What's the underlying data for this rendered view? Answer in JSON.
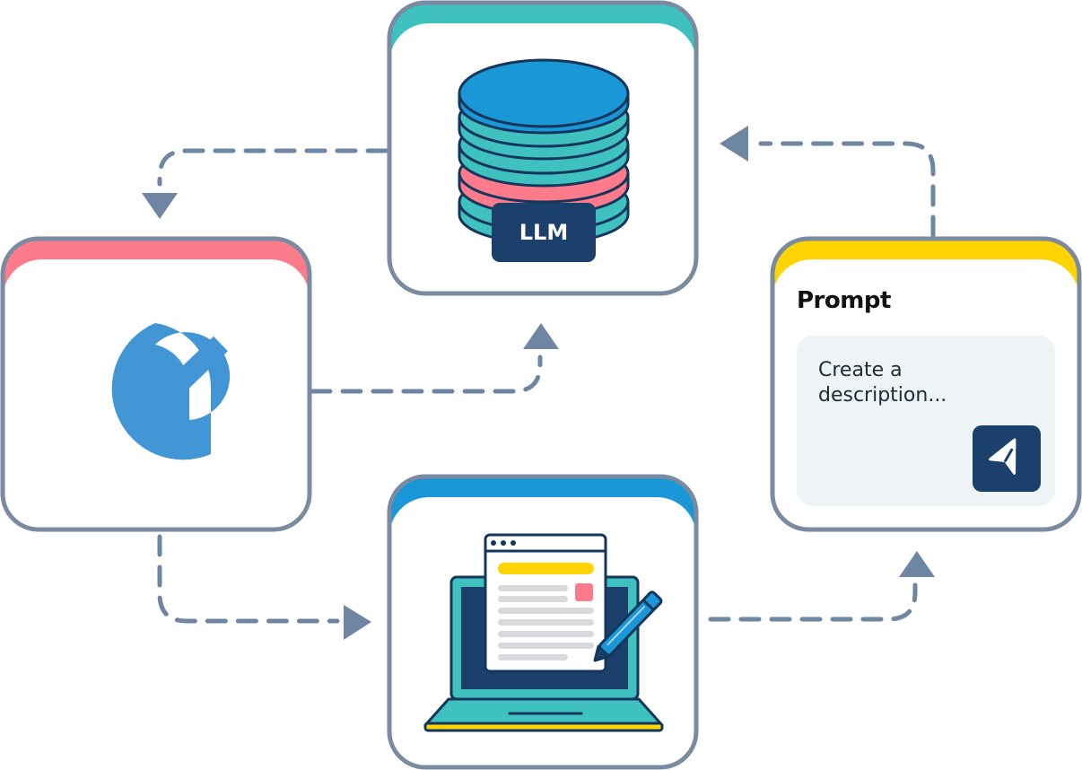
{
  "llm_card": {
    "label": "LLM",
    "accent_color": "#3fc1c0",
    "disk_colors": [
      "#1a97d6",
      "#3fc1c0",
      "#3fc1c0",
      "#fd7b8b",
      "#3fc1c0"
    ]
  },
  "check_card": {
    "icon": "check-badge-icon",
    "accent_color": "#fd7b8b",
    "icon_color": "#4396d5"
  },
  "editor_card": {
    "icon": "laptop-document-pen-icon",
    "accent_color": "#1a97d6"
  },
  "prompt_card": {
    "title": "Prompt",
    "input_text": "Create a description...",
    "send_icon": "send-arrow-icon",
    "accent_color": "#ffd400",
    "button_color": "#1b406c"
  },
  "connector_color": "#6e86a2",
  "card_border_color": "#7a8aa0"
}
